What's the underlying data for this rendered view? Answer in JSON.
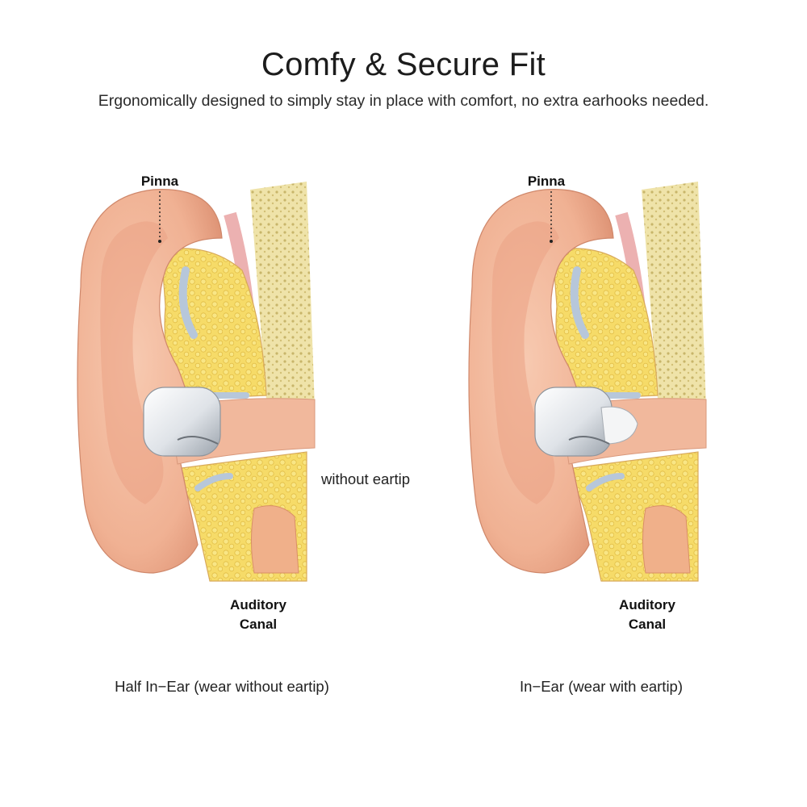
{
  "header": {
    "title": "Comfy & Secure Fit",
    "subtitle": "Ergonomically designed to simply stay in place with comfort, no extra earhooks needed."
  },
  "panels": [
    {
      "pinna_label": "Pinna",
      "canal_label_line1": "Auditory",
      "canal_label_line2": "Canal",
      "caption": "Half In−Ear (wear without eartip)"
    },
    {
      "pinna_label": "Pinna",
      "canal_label_line1": "Auditory",
      "canal_label_line2": "Canal",
      "caption": "In−Ear (wear with eartip)"
    }
  ],
  "annotation": "without eartip",
  "colors": {
    "skin": "#f2b79c",
    "skin_shadow": "#de9577",
    "tissue": "#f6dc6a",
    "tissue_dark": "#e7c24a",
    "bone": "#efe2a8",
    "cartilage": "#b9c9dc",
    "membrane": "#e9a3a3",
    "earbud": "#e9ecef"
  }
}
